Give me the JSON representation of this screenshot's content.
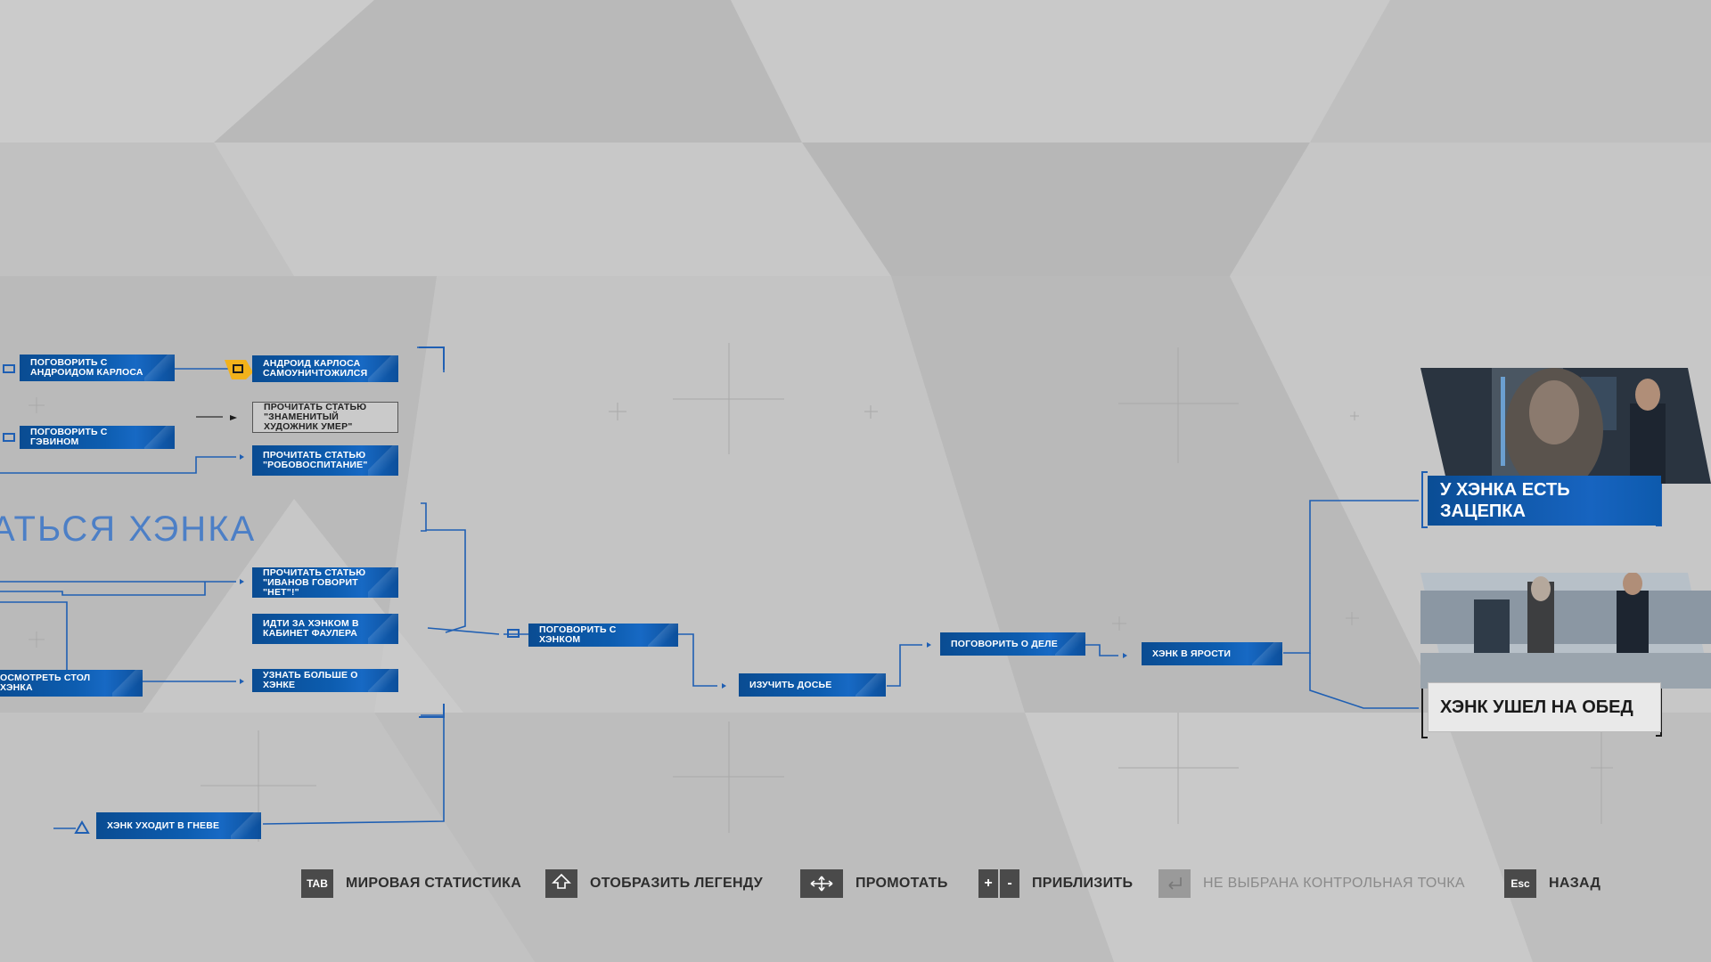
{
  "chapter_title": "АТЬСЯ ХЭНКА",
  "nodes": {
    "talk_android_carlos": "ПОГОВОРИТЬ С АНДРОИДОМ КАРЛОСА",
    "talk_gavin": "ПОГОВОРИТЬ С ГЭВИНОМ",
    "android_selfdestruct": "АНДРОИД КАРЛОСА САМОУНИЧТОЖИЛСЯ",
    "read_artist_died": "ПРОЧИТАТЬ СТАТЬЮ \"ЗНАМЕНИТЫЙ ХУДОЖНИК УМЕР\"",
    "read_robo": "ПРОЧИТАТЬ СТАТЬЮ \"РОБОВОСПИТАНИЕ\"",
    "read_ivanov": "ПРОЧИТАТЬ СТАТЬЮ \"ИВАНОВ ГОВОРИТ \"НЕТ\"!\"",
    "follow_hank": "ИДТИ ЗА ХЭНКОМ В КАБИНЕТ ФАУЛЕРА",
    "inspect_desk": "ОСМОТРЕТЬ СТОЛ ХЭНКА",
    "learn_more": "УЗНАТЬ БОЛЬШЕ О ХЭНКЕ",
    "hank_leaves_angry": "ХЭНК УХОДИТ В ГНЕВЕ",
    "talk_hank": "ПОГОВОРИТЬ С ХЭНКОМ",
    "study_dossier": "ИЗУЧИТЬ ДОСЬЕ",
    "talk_case": "ПОГОВОРИТЬ О ДЕЛЕ",
    "hank_furious": "ХЭНК В ЯРОСТИ"
  },
  "endings": {
    "lead": "У ХЭНКА ЕСТЬ ЗАЦЕПКА",
    "lunch": "ХЭНК УШЕЛ НА ОБЕД"
  },
  "controls": [
    {
      "key": "TAB",
      "label": "МИРОВАЯ СТАТИСТИКА"
    },
    {
      "key": "SHIFT",
      "label": "ОТОБРАЗИТЬ ЛЕГЕНДУ"
    },
    {
      "key": "MOVE",
      "label": "ПРОМОТАТЬ"
    },
    {
      "key": "+ -",
      "label": "ПРИБЛИЗИТЬ"
    },
    {
      "key": "ENTER",
      "label": "НЕ ВЫБРАНА КОНТРОЛЬНАЯ ТОЧКА"
    },
    {
      "key": "Esc",
      "label": "НАЗАД"
    }
  ],
  "colors": {
    "accent": "#0d5db0",
    "line": "#1f5fb3",
    "highlight": "#f2b21b",
    "background": "#c3c3c3"
  }
}
